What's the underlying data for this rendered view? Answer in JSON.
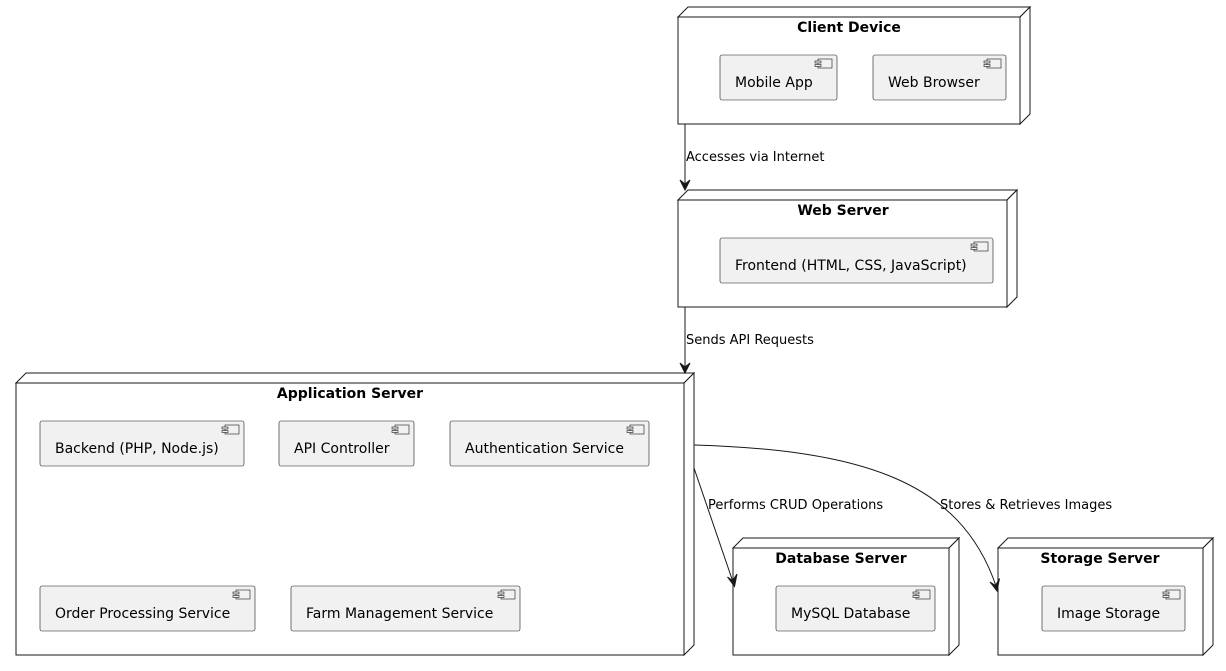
{
  "nodes": {
    "client_device": {
      "title": "Client Device",
      "components": [
        "Mobile App",
        "Web Browser"
      ]
    },
    "web_server": {
      "title": "Web Server",
      "components": [
        "Frontend (HTML, CSS, JavaScript)"
      ]
    },
    "application_server": {
      "title": "Application Server",
      "components": [
        "Backend (PHP, Node.js)",
        "API Controller",
        "Authentication Service",
        "Order Processing Service",
        "Farm Management Service"
      ]
    },
    "database_server": {
      "title": "Database Server",
      "components": [
        "MySQL Database"
      ]
    },
    "storage_server": {
      "title": "Storage Server",
      "components": [
        "Image Storage"
      ]
    }
  },
  "edges": {
    "client_to_web": "Accesses via Internet",
    "web_to_app": "Sends API Requests",
    "app_to_db": "Performs CRUD Operations",
    "app_to_storage": "Stores & Retrieves Images"
  }
}
